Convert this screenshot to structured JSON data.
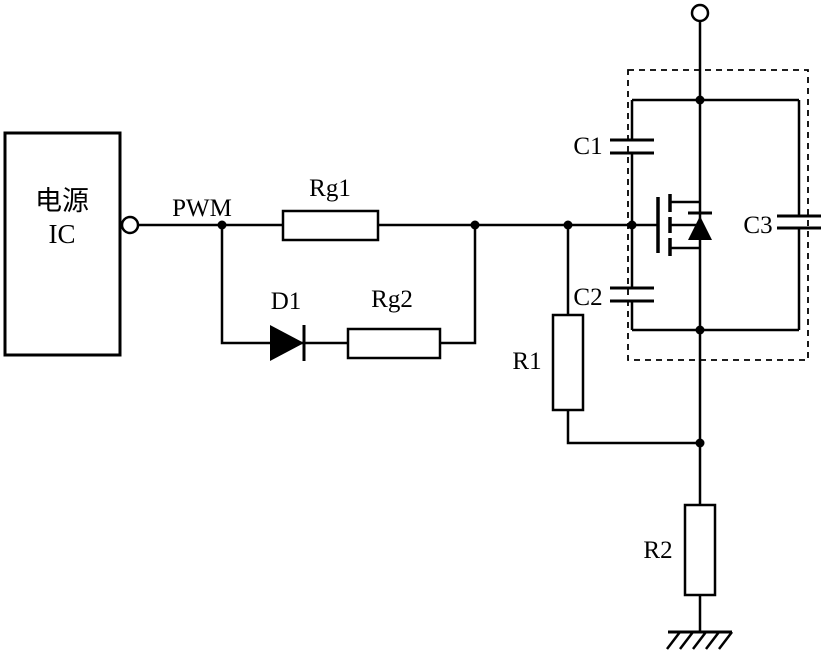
{
  "diagram": {
    "type": "circuit-schematic",
    "background": "#ffffff",
    "line_color": "#000000",
    "power_ic": {
      "label_line1": "电源",
      "label_line2": "IC"
    },
    "signal_label": "PWM",
    "components": {
      "rg1": "Rg1",
      "d1": "D1",
      "rg2": "Rg2",
      "r1": "R1",
      "r2": "R2",
      "c1": "C1",
      "c2": "C2",
      "c3": "C3"
    }
  }
}
